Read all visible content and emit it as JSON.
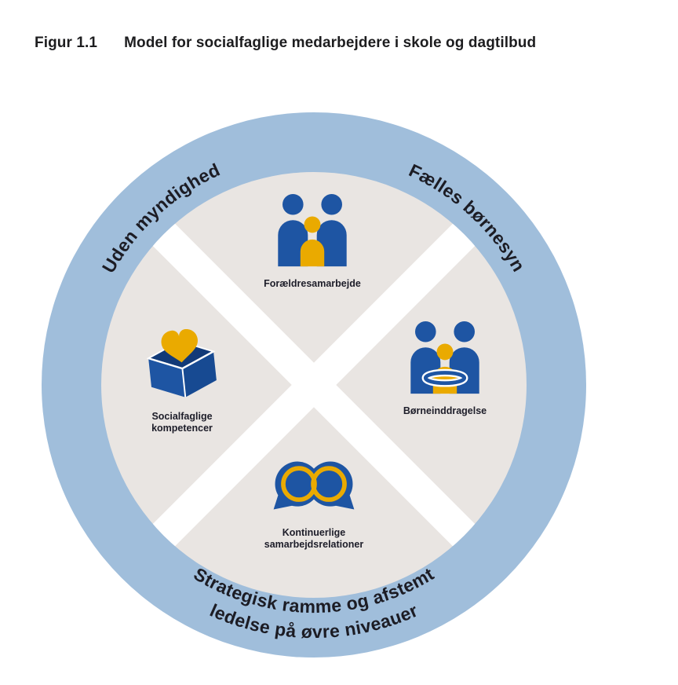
{
  "figure": {
    "label": "Figur 1.1",
    "title": "Model for socialfaglige medarbejdere i skole og dagtilbud"
  },
  "ring": {
    "top_left_text": "Uden myndighed",
    "top_right_text": "Fælles børnesyn",
    "bottom_text_line1": "Strategisk ramme og afstemt",
    "bottom_text_line2": "ledelse på øvre niveauer"
  },
  "quadrants": {
    "top": {
      "icon": "parents-with-child-icon",
      "label": "Forældresamarbejde"
    },
    "right": {
      "icon": "child-inclusion-ring-icon",
      "label": "Børneinddragelse"
    },
    "left": {
      "icon": "box-with-heart-icon",
      "label_line1": "Socialfaglige",
      "label_line2": "kompetencer"
    },
    "bottom": {
      "icon": "infinity-loops-icon",
      "label_line1": "Kontinuerlige",
      "label_line2": "samarbejdsrelationer"
    }
  },
  "colors": {
    "outer_ring_blue": "#a0bedb",
    "inner_circle_gray": "#e9e5e2",
    "icon_blue": "#1e55a3",
    "icon_blue_dark": "#174a92",
    "accent_yellow": "#eaaa00",
    "text_dark": "#1c1c24",
    "divider_white": "#ffffff"
  }
}
